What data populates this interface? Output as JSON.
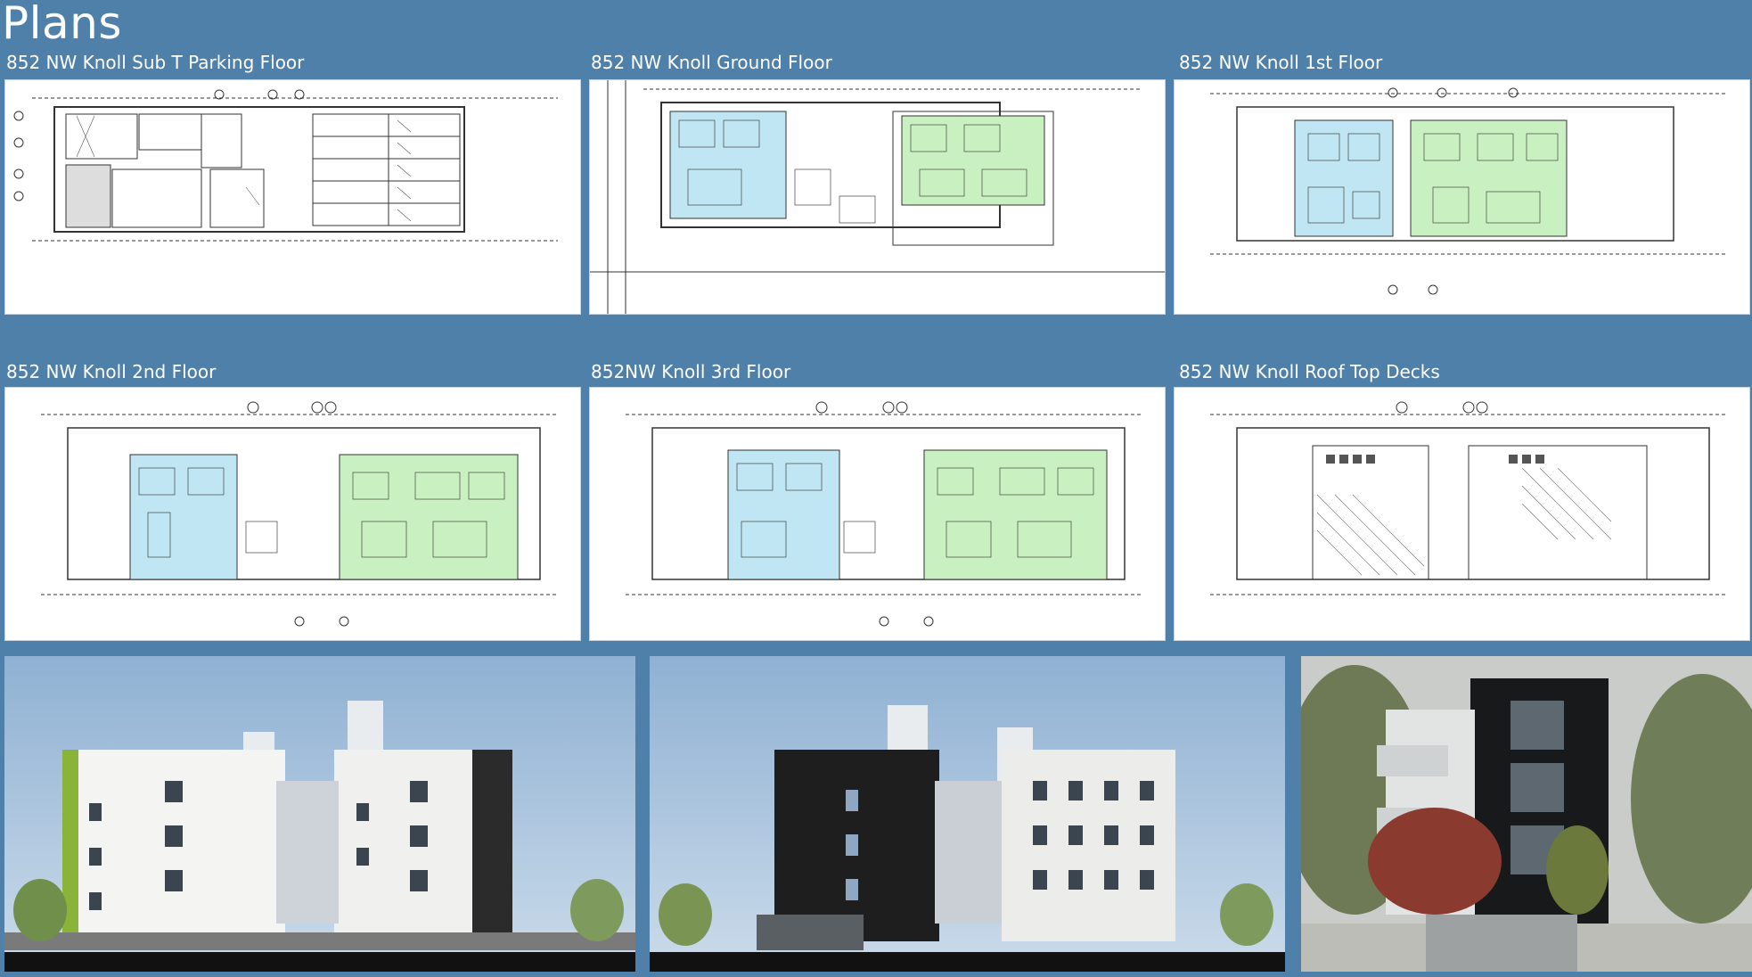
{
  "page": {
    "title": "Plans"
  },
  "plans": [
    {
      "label": "852 NW Knoll Sub T Parking Floor"
    },
    {
      "label": "852 NW Knoll Ground Floor"
    },
    {
      "label": "852 NW Knoll 1st Floor"
    },
    {
      "label": "852 NW Knoll 2nd Floor"
    },
    {
      "label": "852NW Knoll 3rd Floor"
    },
    {
      "label": "852 NW Knoll  Roof Top Decks"
    }
  ],
  "renderings": [
    {
      "icon": "building-elevation-white-image"
    },
    {
      "icon": "building-elevation-black-white-image"
    },
    {
      "icon": "building-perspective-photo-image"
    }
  ],
  "colors": {
    "background": "#4f80aa",
    "unit_blue": "#bfe6f2",
    "unit_green": "#c8f0c0",
    "sky": "#a9c6df"
  }
}
